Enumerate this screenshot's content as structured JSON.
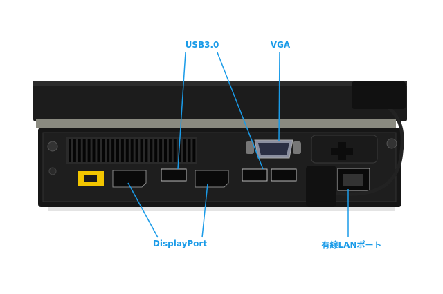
{
  "labels": {
    "usb": "USB3.0",
    "vga": "VGA",
    "displayport": "DisplayPort",
    "lan": "有線LANポート"
  },
  "colors": {
    "label": "#1a9be8",
    "chassis": "#151515",
    "power_port": "#f2c500"
  }
}
